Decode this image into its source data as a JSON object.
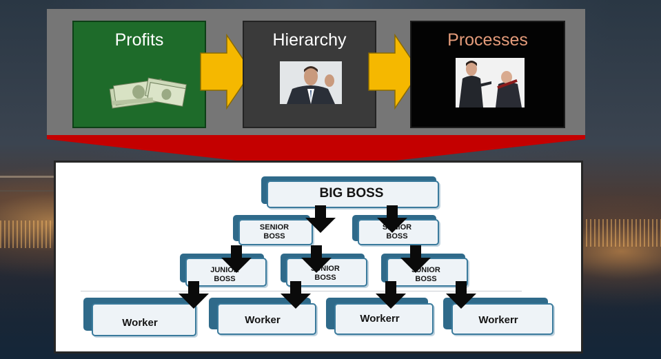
{
  "banner": {
    "panels": [
      {
        "title": "Profits",
        "picture": "money-stack"
      },
      {
        "title": "Hierarchy",
        "picture": "businessman-photo"
      },
      {
        "title": "Processes",
        "picture": "arguing-men-photo"
      }
    ]
  },
  "org_chart": {
    "big_boss": "BIG BOSS",
    "senior": [
      "SENIOR\nBOSS",
      "SENIOR\nBOSS"
    ],
    "junior": [
      "JUNIOR\nBOSS",
      "JUNIOR\nBOSS",
      "JUNIOR\nBOSS"
    ],
    "workers": [
      "Worker",
      "Worker",
      "Workerr",
      "Workerr"
    ]
  },
  "colors": {
    "profits_panel": "#1e6b2a",
    "hierarchy_panel": "#3a3a3a",
    "processes_panel": "#030303",
    "arrow_yellow": "#f5b800",
    "funnel_red": "#c40000",
    "node_blue": "#2f6a8a"
  }
}
